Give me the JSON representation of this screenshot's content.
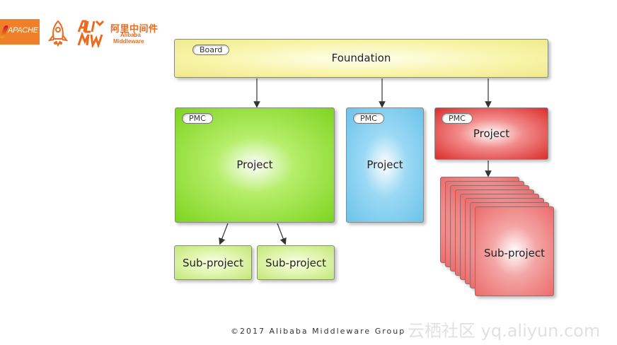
{
  "header": {
    "apache_logo_text": "APACHE",
    "alibaba_cn": "阿里中间件",
    "alibaba_en_line1": "Alibaba",
    "alibaba_en_line2": "Middleware",
    "brand_color": "#ec6a1e"
  },
  "diagram": {
    "foundation": {
      "tag": "Board",
      "label": "Foundation"
    },
    "projects": [
      {
        "tag": "PMC",
        "label": "Project",
        "color": "#7ed421"
      },
      {
        "tag": "PMC",
        "label": "Project",
        "color": "#6cc3ea"
      },
      {
        "tag": "PMC",
        "label": "Project",
        "color": "#dc2c2c"
      }
    ],
    "subprojects_green": [
      {
        "label": "Sub-project"
      },
      {
        "label": "Sub-project"
      }
    ],
    "subproject_red_label": "Sub-project"
  },
  "footer": {
    "copyright": "©2017  Alibaba  Middleware  Group",
    "watermark": "云栖社区 yq.aliyun.com"
  }
}
